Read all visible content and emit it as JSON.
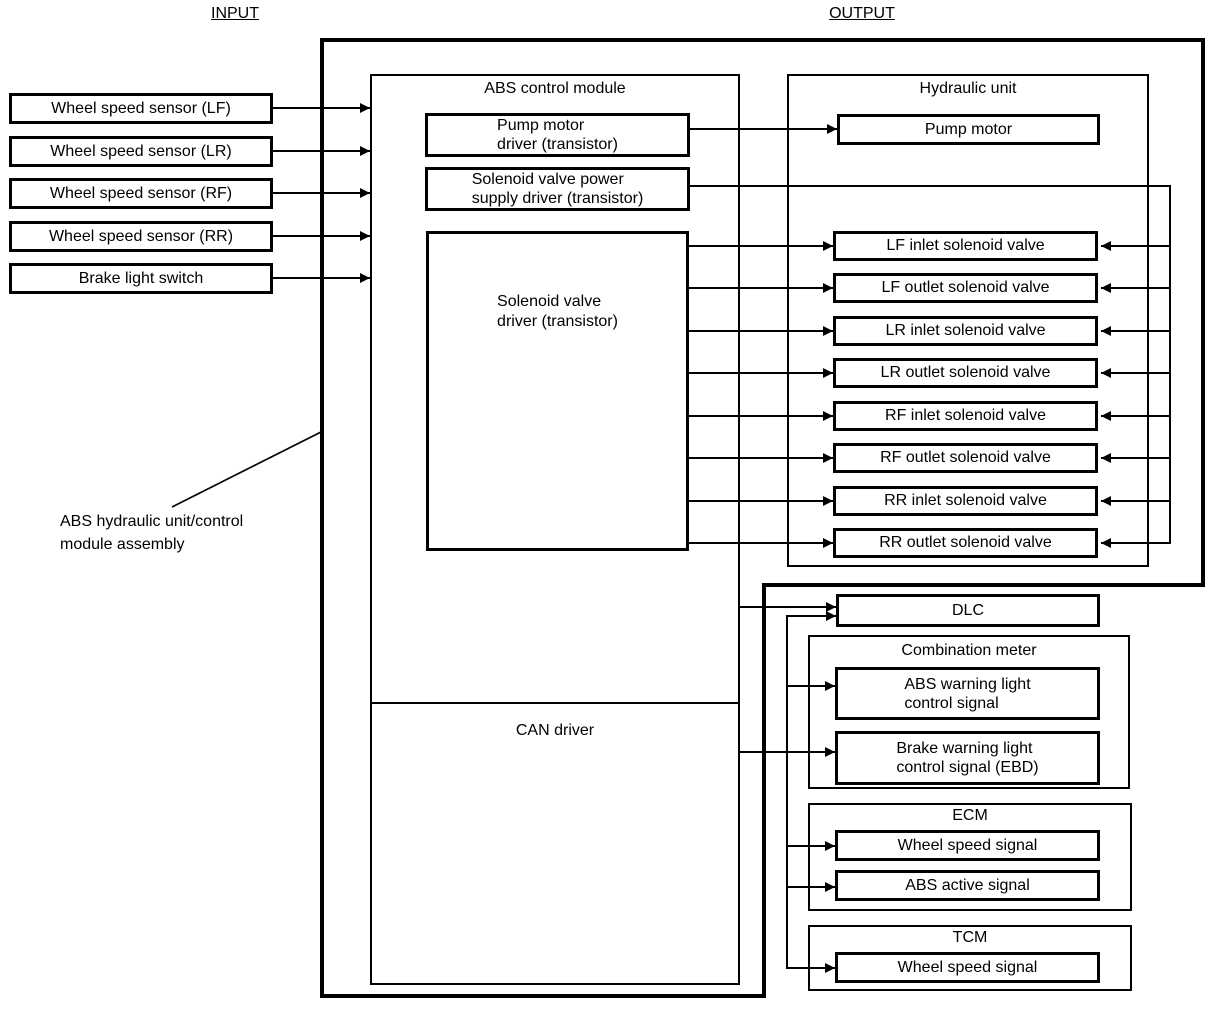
{
  "diagram": {
    "input_label": "INPUT",
    "output_label": "OUTPUT",
    "assembly_label": "ABS hydraulic unit/control\nmodule assembly",
    "inputs": [
      "Wheel speed sensor (LF)",
      "Wheel speed sensor (LR)",
      "Wheel speed sensor (RF)",
      "Wheel speed sensor (RR)",
      "Brake light switch"
    ],
    "module": {
      "title": "ABS control module",
      "pump_driver": "Pump motor\ndriver (transistor)",
      "power_driver": "Solenoid valve power\nsupply driver (transistor)",
      "valve_driver": "Solenoid valve\ndriver (transistor)",
      "can_driver": "CAN driver"
    },
    "hydraulic": {
      "title": "Hydraulic unit",
      "pump_motor": "Pump motor",
      "valves": [
        "LF inlet solenoid valve",
        "LF outlet solenoid valve",
        "LR inlet solenoid valve",
        "LR outlet solenoid valve",
        "RF inlet solenoid valve",
        "RF outlet solenoid valve",
        "RR inlet solenoid valve",
        "RR outlet solenoid valve"
      ]
    },
    "dlc": "DLC",
    "meter": {
      "title": "Combination meter",
      "signals": [
        "ABS warning light\ncontrol signal",
        "Brake warning light\ncontrol signal (EBD)"
      ]
    },
    "ecm": {
      "title": "ECM",
      "signals": [
        "Wheel speed signal",
        "ABS active signal"
      ]
    },
    "tcm": {
      "title": "TCM",
      "signals": [
        "Wheel speed signal"
      ]
    }
  }
}
